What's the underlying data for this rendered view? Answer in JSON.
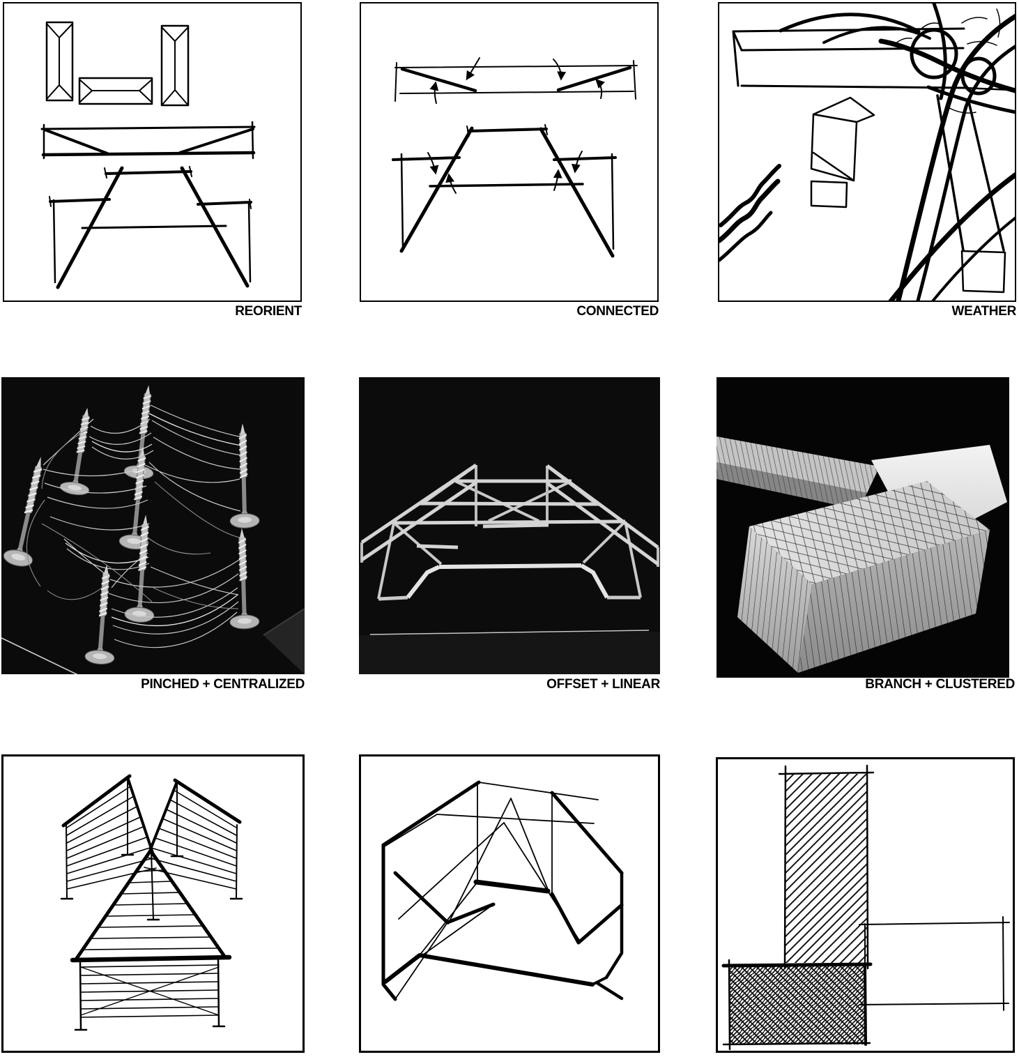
{
  "grid": {
    "rows": [
      {
        "cells": [
          {
            "id": "reorient",
            "type": "sketch",
            "label": "REORIENT"
          },
          {
            "id": "connected",
            "type": "sketch",
            "label": "CONNECTED"
          },
          {
            "id": "weather",
            "type": "sketch",
            "label": "WEATHER"
          }
        ]
      },
      {
        "cells": [
          {
            "id": "pinched-centralized",
            "type": "photo",
            "label": "PINCHED + CENTRALIZED"
          },
          {
            "id": "offset-linear",
            "type": "photo",
            "label": "OFFSET + LINEAR"
          },
          {
            "id": "branch-clustered",
            "type": "photo",
            "label": "BRANCH + CLUSTERED"
          }
        ]
      },
      {
        "cells": [
          {
            "id": "sail-structure",
            "type": "sketch"
          },
          {
            "id": "folded-frame-structure",
            "type": "sketch"
          },
          {
            "id": "hatched-rectangles",
            "type": "sketch"
          }
        ]
      }
    ]
  },
  "colors": {
    "ink": "#000000",
    "paper": "#ffffff",
    "photo_background": "#0b0b0b",
    "model_material": "#d6d6d6",
    "metal": "#c0c0c0"
  }
}
